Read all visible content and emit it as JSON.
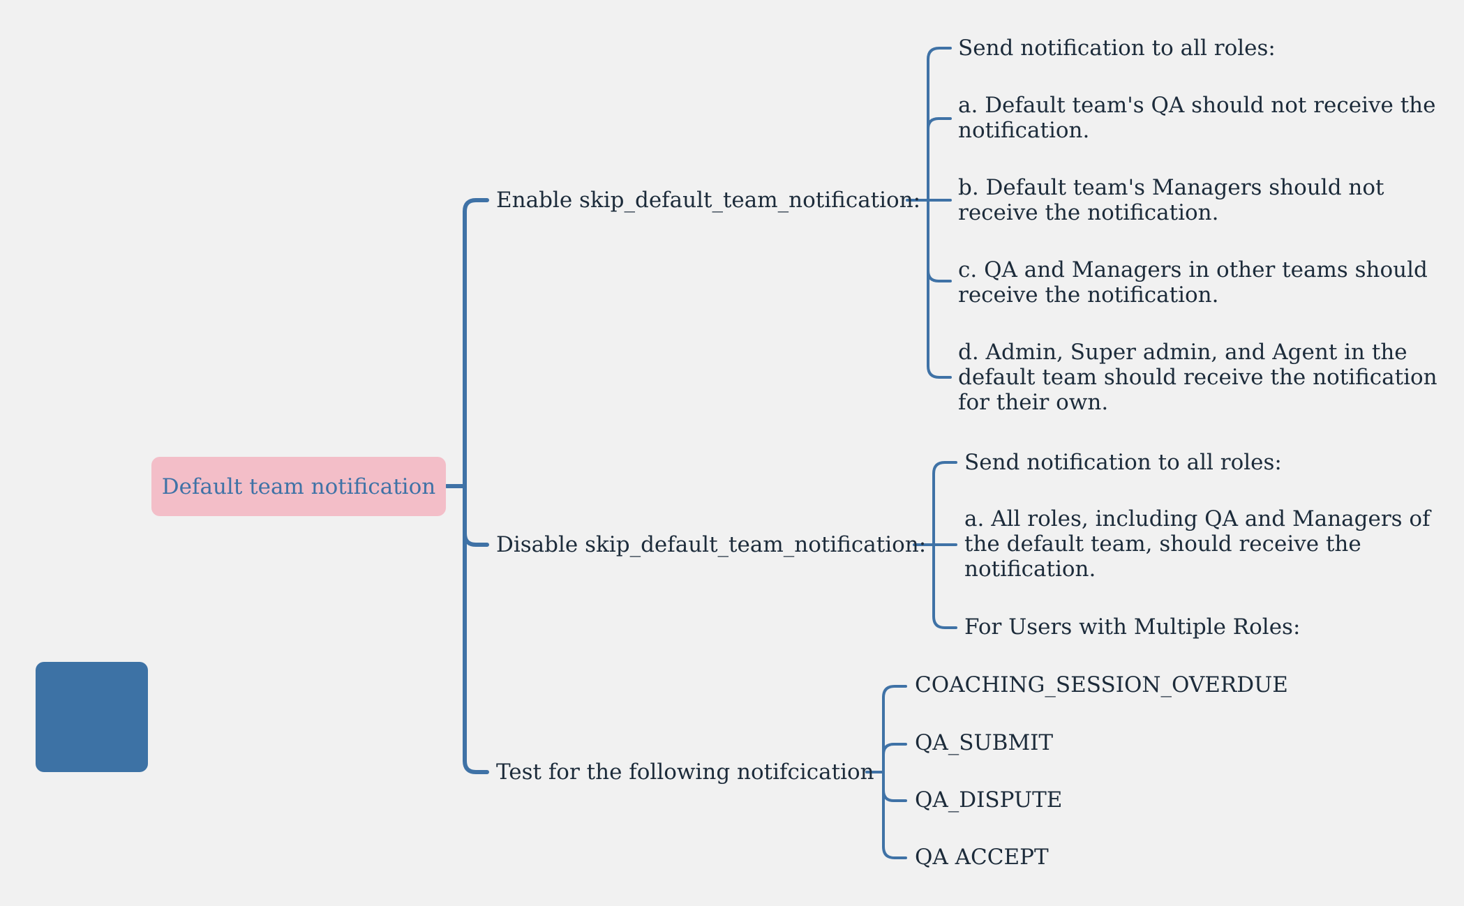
{
  "colors": {
    "background": "#f1f1f1",
    "connector": "#3f72a6",
    "root_fill": "#f3bec8",
    "root_text": "#3f72a6",
    "node_text": "#1c2b3a",
    "square_fill": "#3d72a5"
  },
  "root": {
    "label": "Default team notification"
  },
  "branches": {
    "enable": {
      "label": "Enable skip_default_team_notification:",
      "children": [
        {
          "lines": [
            "Send notification to all roles:"
          ]
        },
        {
          "lines": [
            "a. Default team's QA should not receive the",
            "notification."
          ]
        },
        {
          "lines": [
            "b. Default team's Managers should not",
            "receive the notification."
          ]
        },
        {
          "lines": [
            "c. QA and Managers in other teams should",
            "receive the notification."
          ]
        },
        {
          "lines": [
            "d. Admin, Super admin, and Agent in the",
            "default team should receive the notification",
            "for their own."
          ]
        }
      ]
    },
    "disable": {
      "label": "Disable skip_default_team_notification:",
      "children": [
        {
          "lines": [
            "Send notification to all roles:"
          ]
        },
        {
          "lines": [
            "a. All roles, including QA and Managers of",
            "the default team, should receive the",
            "notification."
          ]
        },
        {
          "lines": [
            "For Users with Multiple Roles:"
          ]
        }
      ]
    },
    "test": {
      "label": "Test for the following notifcication",
      "children": [
        {
          "lines": [
            "COACHING_SESSION_OVERDUE"
          ]
        },
        {
          "lines": [
            "QA_SUBMIT"
          ]
        },
        {
          "lines": [
            "QA_DISPUTE"
          ]
        },
        {
          "lines": [
            "QA ACCEPT"
          ]
        }
      ]
    }
  }
}
